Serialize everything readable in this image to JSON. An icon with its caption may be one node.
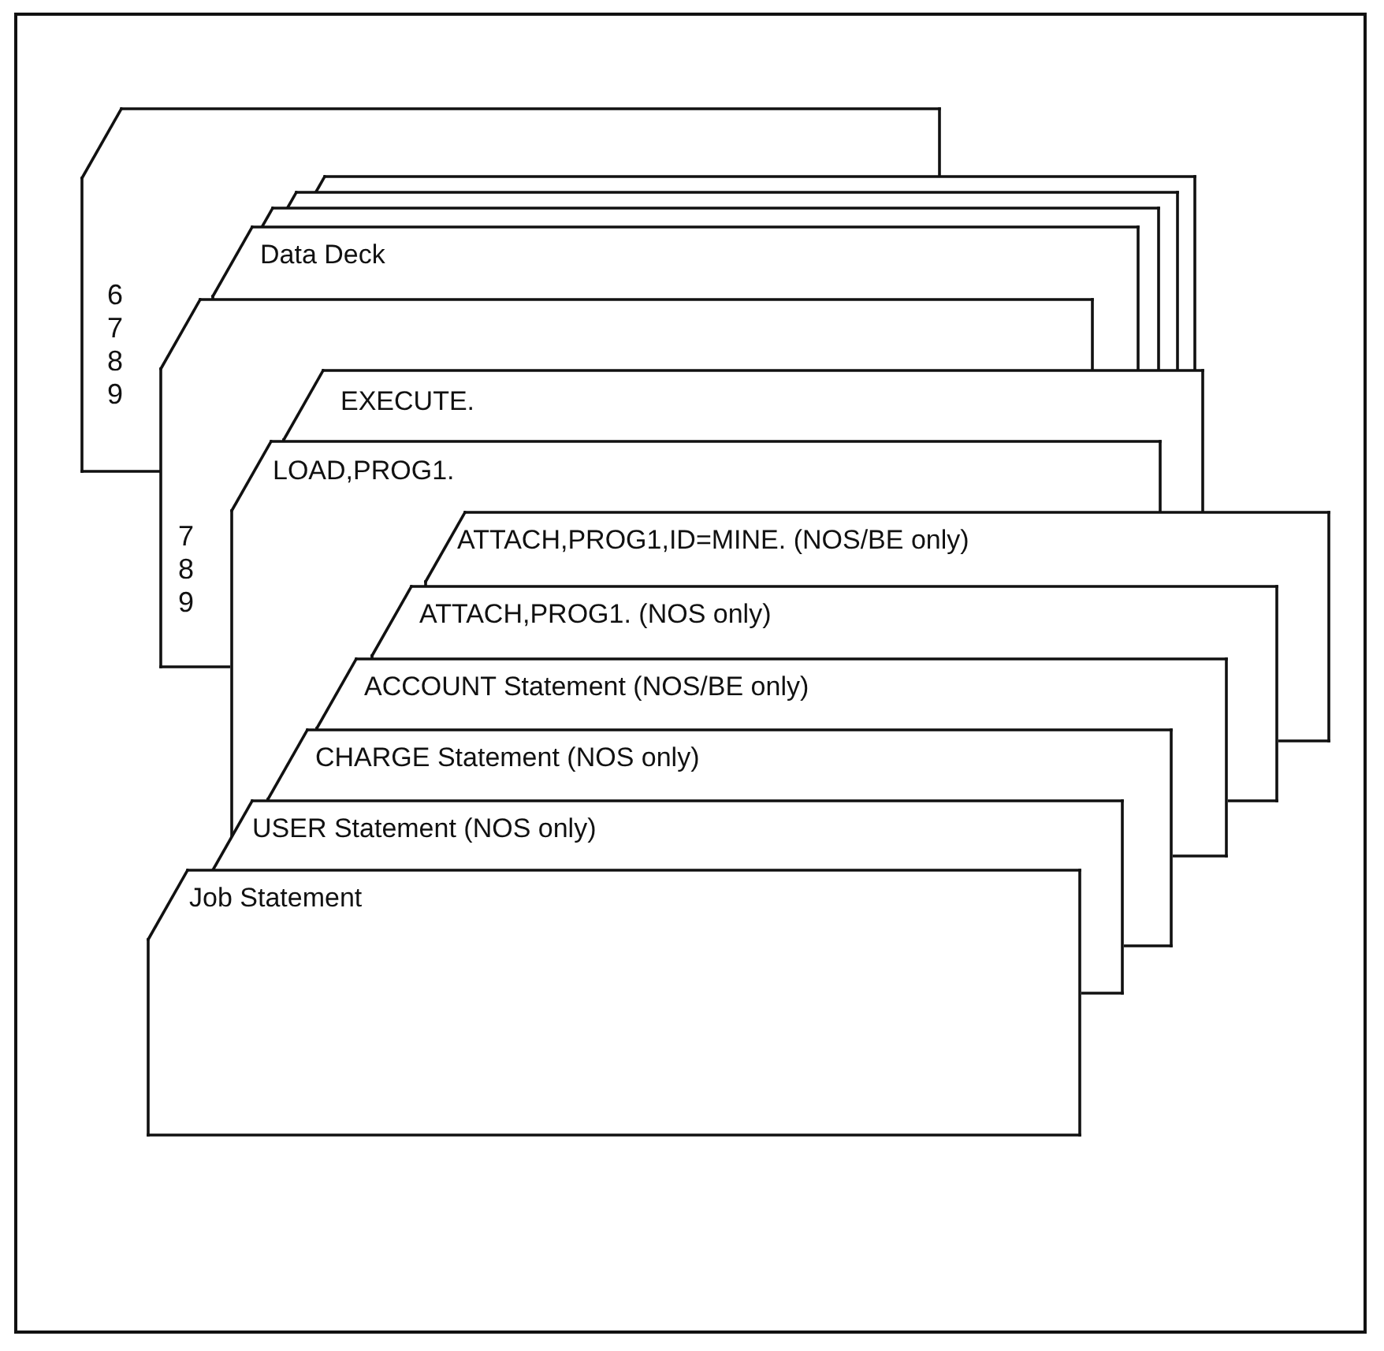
{
  "diagram": {
    "nodes": [
      {
        "text": [
          "6 7 8 9"
        ]
      },
      {
        "text": [],
        "shape": "card"
      },
      {
        "text": [],
        "shape": "card"
      },
      {
        "text": [],
        "shape": "card"
      },
      {
        "text": [
          "Data Deck"
        ]
      },
      {
        "text": [
          "7 8 9"
        ]
      },
      {
        "text": [
          "EXECUTE."
        ]
      },
      {
        "text": [
          "LOAD,PROG1."
        ]
      },
      {
        "text": [
          "ATTACH,PROG1,ID=MINE. (NOS/BE only)"
        ]
      },
      {
        "text": [
          "ATTACH,PROG1. (NOS only)"
        ]
      },
      {
        "text": [
          "ACCOUNT Statement (NOS/BE only)"
        ]
      },
      {
        "text": [
          "CHARGE Statement (NOS only)"
        ]
      },
      {
        "text": [
          "USER Statement (NOS only)"
        ]
      },
      {
        "text": [
          "Job Statement"
        ]
      }
    ],
    "edges": []
  }
}
